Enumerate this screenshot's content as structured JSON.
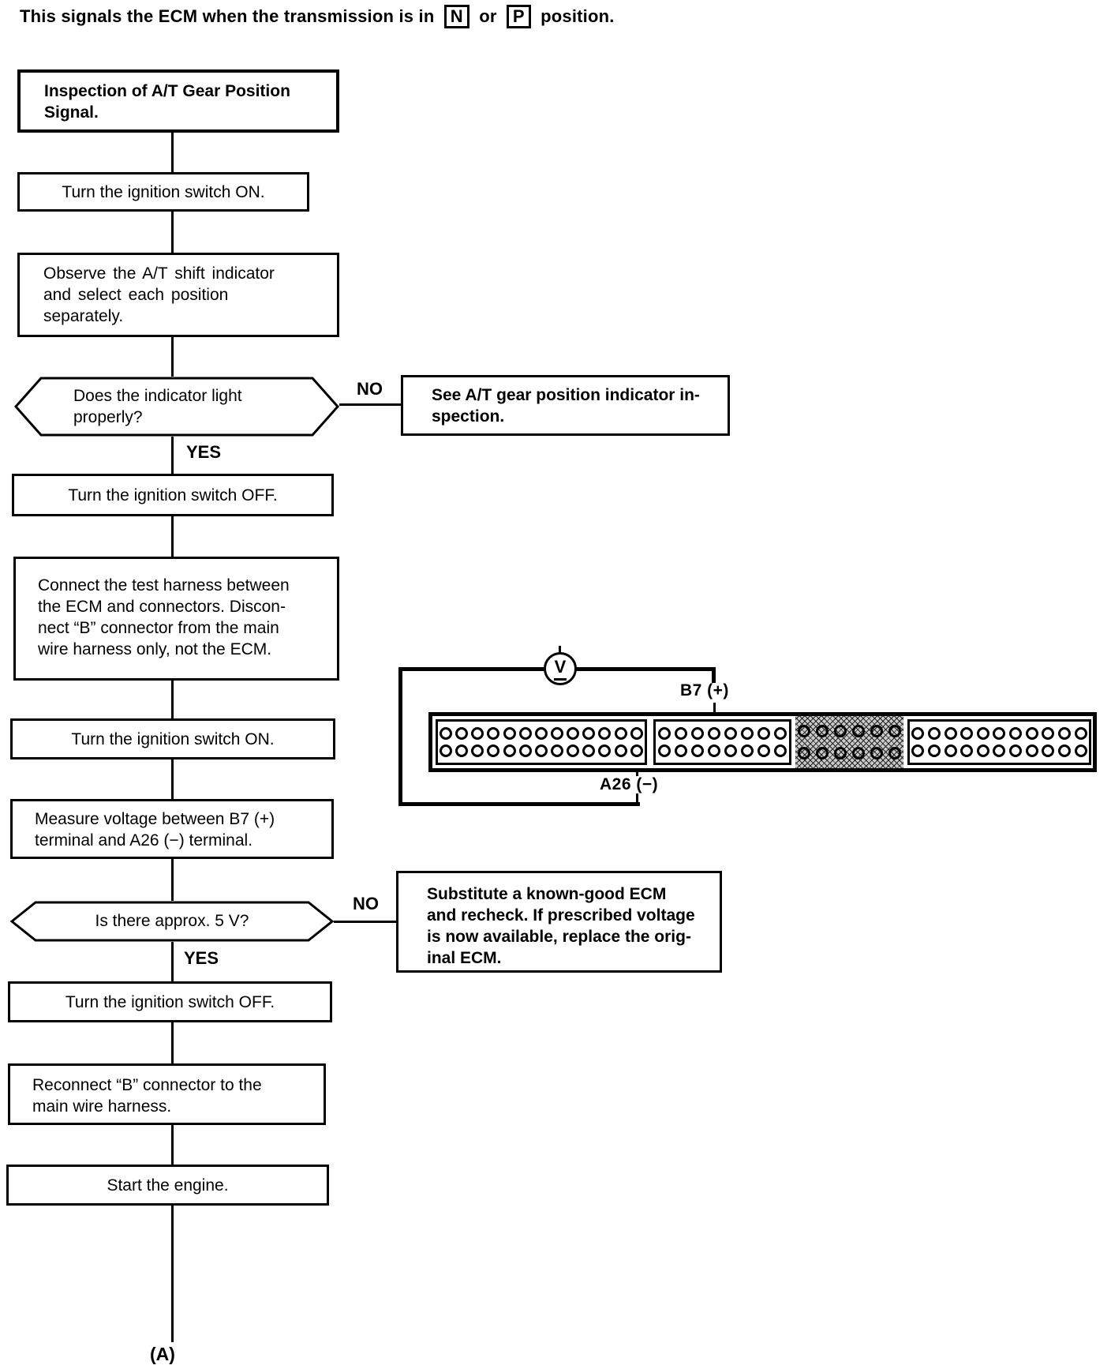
{
  "intro": {
    "text_before": "This signals the ECM when the transmission is in",
    "n_label": "N",
    "or_text": "or",
    "p_label": "P",
    "text_after": "position."
  },
  "flow": {
    "boxes": [
      {
        "id": "start",
        "text": "Inspection of A/T Gear Position\nSignal."
      },
      {
        "id": "ignition-on-1",
        "text": "Turn the ignition switch ON."
      },
      {
        "id": "observe-indicator",
        "text": "Observe the A/T shift indicator\nand select each position\nseparately."
      },
      {
        "id": "ignition-off-1",
        "text": "Turn the ignition switch OFF."
      },
      {
        "id": "connect-test-harness",
        "text": "Connect the test harness between\nthe ECM and connectors. Discon-\nnect “B” connector from the main\nwire harness only, not the ECM."
      },
      {
        "id": "ignition-on-2",
        "text": "Turn the ignition switch ON."
      },
      {
        "id": "measure-voltage",
        "text": "Measure voltage between B7 (+)\nterminal and A26 (−) terminal."
      },
      {
        "id": "ignition-off-2",
        "text": "Turn the ignition switch OFF."
      },
      {
        "id": "reconnect-b",
        "text": "Reconnect “B” connector to the\nmain wire harness."
      },
      {
        "id": "start-engine",
        "text": "Start the engine."
      }
    ],
    "decisions": [
      {
        "question": "Does the indicator light\nproperly?",
        "yes": "YES",
        "no": "NO",
        "no_result": "See A/T gear position indicator in-\nspection."
      },
      {
        "question": "Is there approx. 5 V?",
        "yes": "YES",
        "no": "NO",
        "no_result": "Substitute a known-good ECM\nand recheck. If prescribed voltage\nis now available, replace the orig-\ninal ECM."
      }
    ],
    "continuation_label": "(A)"
  },
  "connector_diagram": {
    "voltmeter_label": "V",
    "b7_label": "B7 (+)",
    "a26_label": "A26 (−)",
    "sections": [
      {
        "pins_per_row": 13,
        "rows": 2,
        "shaded": false
      },
      {
        "pins_per_row": 8,
        "rows": 2,
        "shaded": false
      },
      {
        "pins_per_row": 6,
        "rows": 2,
        "shaded": true
      },
      {
        "pins_per_row": 11,
        "rows": 2,
        "shaded": false
      }
    ]
  }
}
